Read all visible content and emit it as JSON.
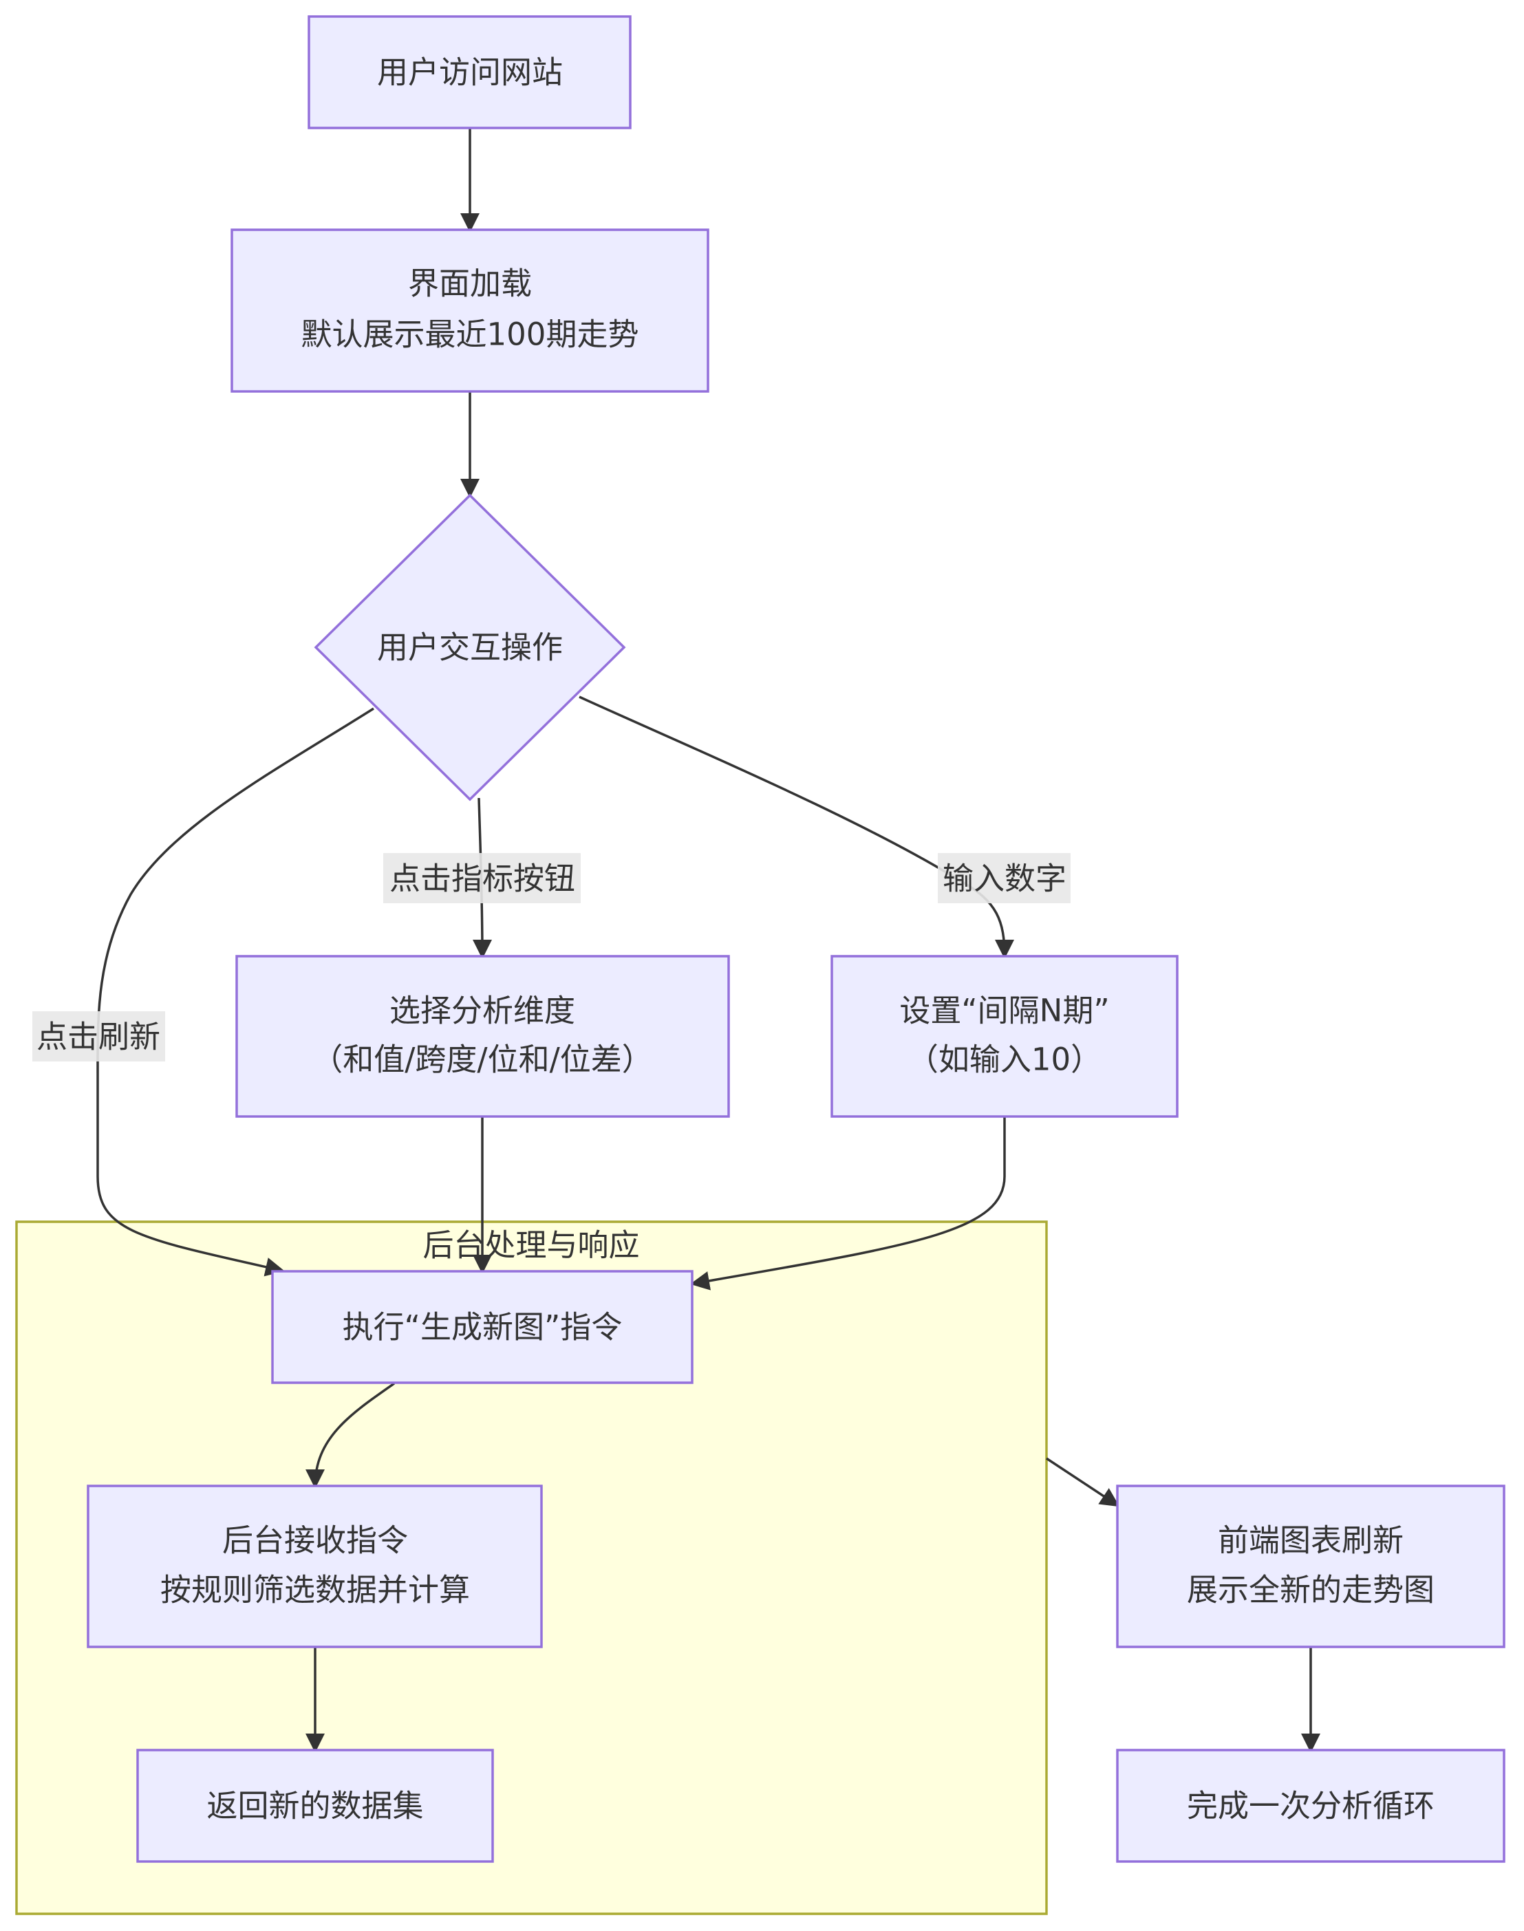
{
  "nodes": {
    "visit": {
      "line1": "用户访问网站"
    },
    "load": {
      "line1": "界面加载",
      "line2": "默认展示最近100期走势"
    },
    "interact": {
      "line1": "用户交互操作"
    },
    "dimension": {
      "line1": "选择分析维度",
      "line2": "（和值/跨度/位和/位差）"
    },
    "interval": {
      "line1": "设置“间隔N期”",
      "line2": "（如输入10）"
    },
    "execute": {
      "line1": "执行“生成新图”指令"
    },
    "receive": {
      "line1": "后台接收指令",
      "line2": "按规则筛选数据并计算"
    },
    "return": {
      "line1": "返回新的数据集"
    },
    "refresh": {
      "line1": "前端图表刷新",
      "line2": "展示全新的走势图"
    },
    "complete": {
      "line1": "完成一次分析循环"
    }
  },
  "edge_labels": {
    "click_indicator": "点击指标按钮",
    "input_number": "输入数字",
    "click_refresh": "点击刷新"
  },
  "cluster": {
    "title": "后台处理与响应"
  },
  "colors": {
    "node_fill": "#ECECFF",
    "node_stroke": "#9370DB",
    "cluster_fill": "#FFFFDE",
    "cluster_stroke": "#AAAA33",
    "edge": "#333333",
    "edge_label_bg": "#E8E8E8"
  }
}
